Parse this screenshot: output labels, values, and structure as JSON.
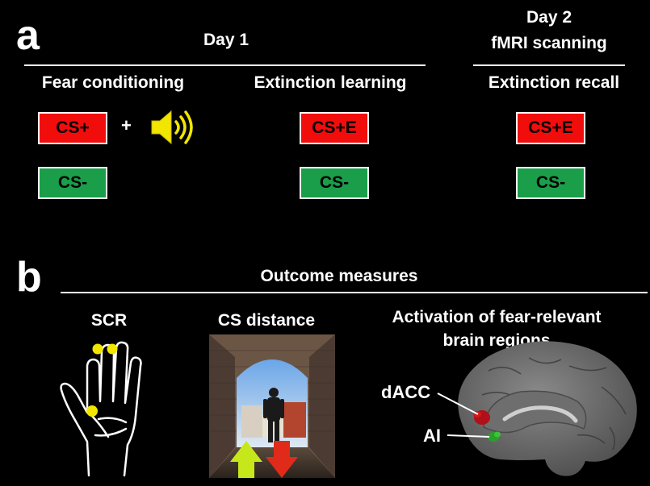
{
  "panels": {
    "a": "a",
    "b": "b"
  },
  "day1": {
    "title": "Day 1"
  },
  "day2": {
    "title_line1": "Day 2",
    "title_line2": "fMRI scanning"
  },
  "phases": {
    "fear_conditioning": "Fear conditioning",
    "extinction_learning": "Extinction learning",
    "extinction_recall": "Extinction recall"
  },
  "stimuli": {
    "cs_plus": "CS+",
    "cs_plus_e": "CS+E",
    "cs_minus": "CS-",
    "plus_sign": "+"
  },
  "outcome": {
    "title": "Outcome measures",
    "scr": "SCR",
    "cs_distance": "CS distance",
    "activation_line1": "Activation of fear-relevant",
    "activation_line2": "brain regions",
    "dacc": "dACC",
    "ai": "AI"
  },
  "colors": {
    "red": "#f20d0d",
    "green": "#1a9e4a",
    "yellow": "#f2e600",
    "dacc_blob": "#b0101a",
    "ai_blob": "#2aa02a"
  },
  "icons": [
    "speaker-icon",
    "hand-icon",
    "up-arrow-icon",
    "down-arrow-icon",
    "brain-icon"
  ]
}
